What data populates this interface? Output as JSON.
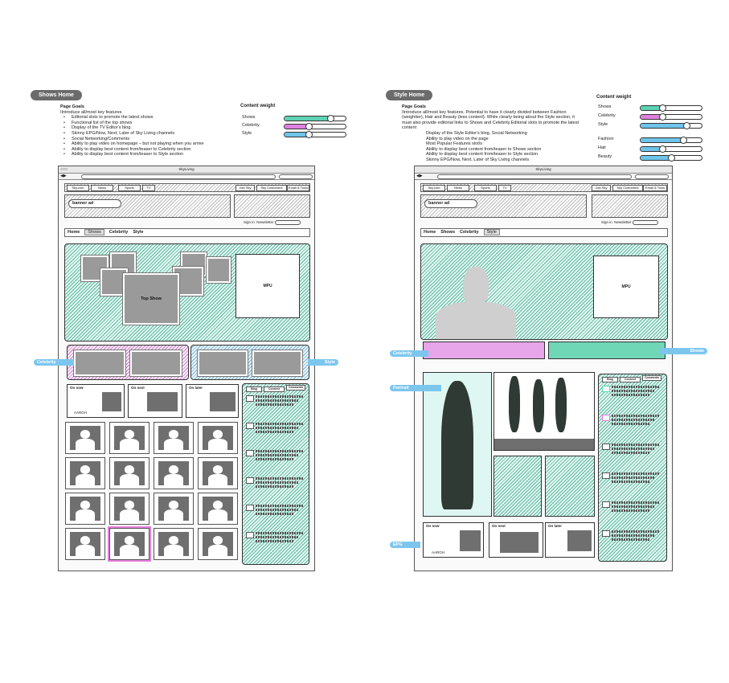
{
  "left": {
    "pill": "Shows Home",
    "goals_title": "Page Goals",
    "goals_intro": "IIntroduce all/most key features",
    "goals_items": [
      "Editorial slots to promote the latest shows",
      "Functional list of the top shows",
      "Display of the TV Editor's blog",
      "Skinny EPG/Now, Next, Later of Sky Living channels",
      "Social Networking/Comments",
      "Ability to play video on homepage – but not playing when you arrive",
      "Ability to display best content from/teaser to Celebrity section",
      "Ability to display best content from/teaser to Style section"
    ],
    "weight_title": "Content weight",
    "weights": [
      {
        "label": "Shows",
        "value": 0.75,
        "color": "#5ed3b5"
      },
      {
        "label": "Celebrity",
        "value": 0.4,
        "color": "#e07fe0"
      },
      {
        "label": "Style",
        "value": 0.4,
        "color": "#6ec4ea"
      }
    ],
    "browser_title": "SkyLiving",
    "nav_left": [
      "Sky.com",
      "News",
      "Sports",
      "TV"
    ],
    "nav_right": [
      "Join Sky",
      "Sky Customers",
      "Email & Tools"
    ],
    "banner": "banner ad",
    "signin": "Sign in",
    "newsletter": "Newsletter",
    "menu": [
      "Home",
      "Shows",
      "Celebrity",
      "Style"
    ],
    "menu_selected": "Shows",
    "top_show": "Top Show",
    "mpu": "MPU",
    "callout_left": "Celebrity",
    "callout_right": "Style",
    "epg": [
      "On now",
      "On next",
      "On later"
    ],
    "epg_extra": "AARGH",
    "side_tabs": [
      "Blog",
      "Connect",
      "Comments"
    ]
  },
  "right": {
    "pill": "Style Home",
    "goals_title": "Page Goals",
    "goals_intro": "IIntroduce all/most key features.  Potential to have it clearly divided between Fashion (weightier), Hair and Beauty (less content). While clearly being about the Style section, it must also provide editorial links to Shows and Celebrity.Editorial slots to promote the latest content",
    "goals_items": [
      "Display of the Style Editor's blog, Social Networking",
      "Ability to play video on the page",
      "Most Popular Features slot/s",
      "Ability to display best content from/teaser to Shows section",
      "Ability to display best content from/teaser to Style section",
      "Skinny EPG/Now, Next, Later of Sky Living channels"
    ],
    "weight_title": "Content weight",
    "weights": [
      {
        "label": "Shows",
        "value": 0.35,
        "color": "#5ed3b5"
      },
      {
        "label": "Celebrity",
        "value": 0.35,
        "color": "#e07fe0"
      },
      {
        "label": "Style",
        "value": 0.75,
        "color": "#6ec4ea"
      },
      {
        "label": "Fashion",
        "value": 0.7,
        "color": "#6ec4ea"
      },
      {
        "label": "Hair",
        "value": 0.35,
        "color": "#6ec4ea"
      },
      {
        "label": "Beauty",
        "value": 0.5,
        "color": "#6ec4ea"
      }
    ],
    "browser_title": "SkyLiving",
    "nav_left": [
      "Sky.com",
      "News",
      "Sports",
      "TV"
    ],
    "nav_right": [
      "Join Sky",
      "Sky Customers",
      "Email & Tools"
    ],
    "banner": "banner ad",
    "signin": "Sign in",
    "newsletter": "Newsletter",
    "menu": [
      "Home",
      "Shows",
      "Celebrity",
      "Style"
    ],
    "menu_selected": "Style",
    "mpu": "MPU",
    "callout_celebrity": "Celebrity",
    "callout_shows": "Shows",
    "callout_portrait": "Portrait",
    "callout_epg": "EPG",
    "epg": [
      "On now",
      "On next",
      "On later"
    ],
    "epg_extra": "AARGH",
    "side_tabs": [
      "Blog",
      "Connect",
      "Comments"
    ]
  }
}
